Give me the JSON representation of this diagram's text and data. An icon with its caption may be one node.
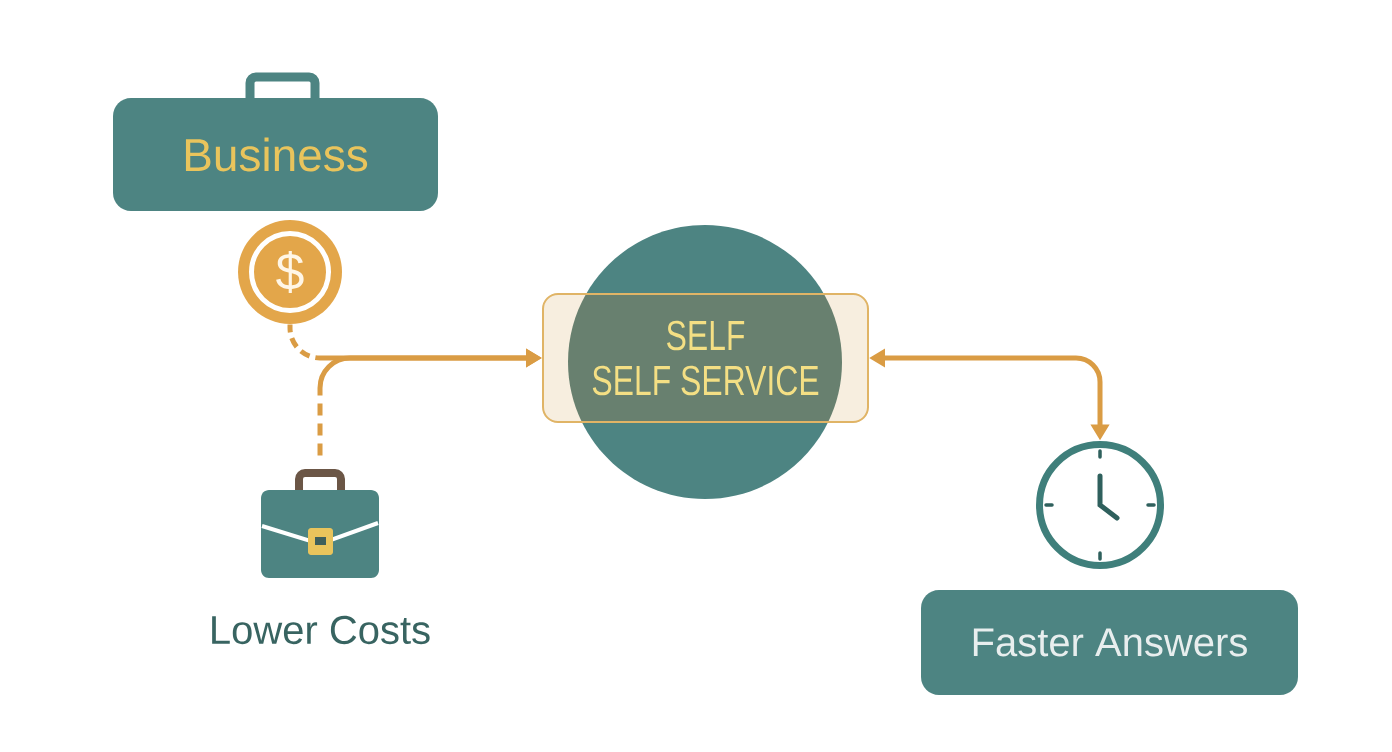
{
  "diagram": {
    "nodes": [
      {
        "text": [
          "Business"
        ]
      },
      {
        "text": [
          "$"
        ]
      },
      {
        "text": [
          "SELF",
          "SELF SERVICE"
        ]
      },
      {
        "text": [],
        "shape": "picture",
        "beside": [
          "Lower Costs"
        ]
      },
      {
        "text": [],
        "shape": "picture"
      },
      {
        "text": [
          "Faster Answers"
        ]
      }
    ],
    "edges": [
      {
        "from": 1,
        "to": 2,
        "arrow": "to",
        "style": "dashed"
      },
      {
        "from": 3,
        "to": 2,
        "arrow": "to",
        "style": "dashed"
      },
      {
        "from": 2,
        "to": 4,
        "arrow": "both"
      }
    ]
  }
}
